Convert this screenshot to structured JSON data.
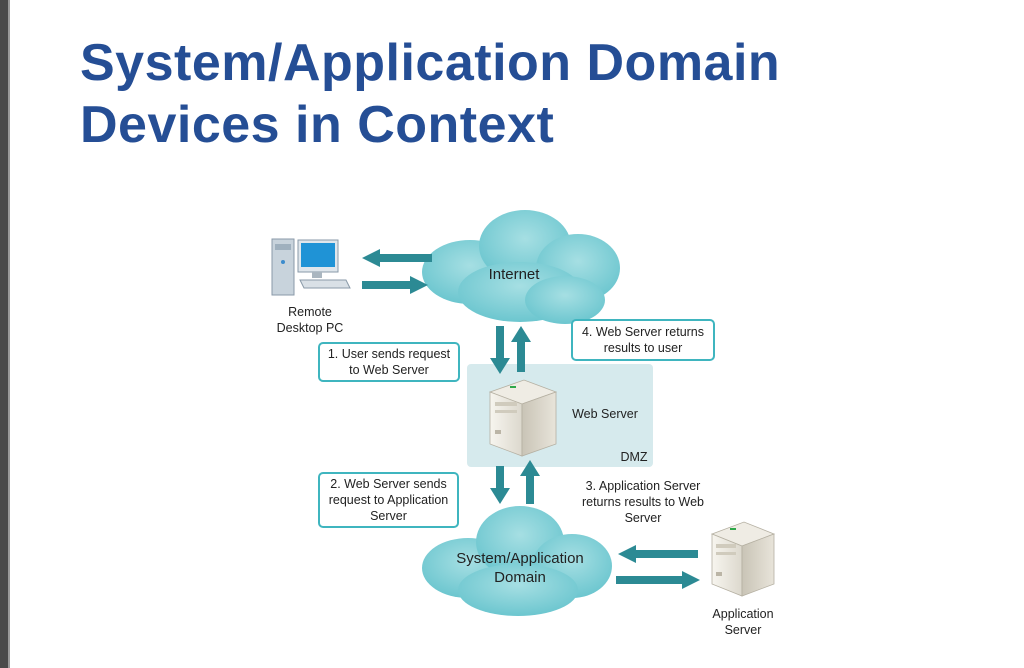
{
  "slide": {
    "title_line1": "System/Application Domain",
    "title_line2": "Devices in Context"
  },
  "diagram": {
    "internet": "Internet",
    "remote_pc": [
      "Remote",
      "Desktop PC"
    ],
    "step1": [
      "1. User sends request",
      "to Web Server"
    ],
    "step2": [
      "2. Web Server sends",
      "request to Application",
      "Server"
    ],
    "step3": [
      "3. Application Server",
      "returns results to Web",
      "Server"
    ],
    "step4": [
      "4. Web Server returns",
      "results to user"
    ],
    "web_server": "Web Server",
    "dmz": "DMZ",
    "domain": [
      "System/Application",
      "Domain"
    ],
    "app_server": [
      "Application",
      "Server"
    ]
  },
  "colors": {
    "title": "#254e95",
    "arrow": "#2c8a94",
    "cloud": "#7fcfd6",
    "box_border": "#3fb5bf",
    "dmz": "#d6eaed"
  }
}
